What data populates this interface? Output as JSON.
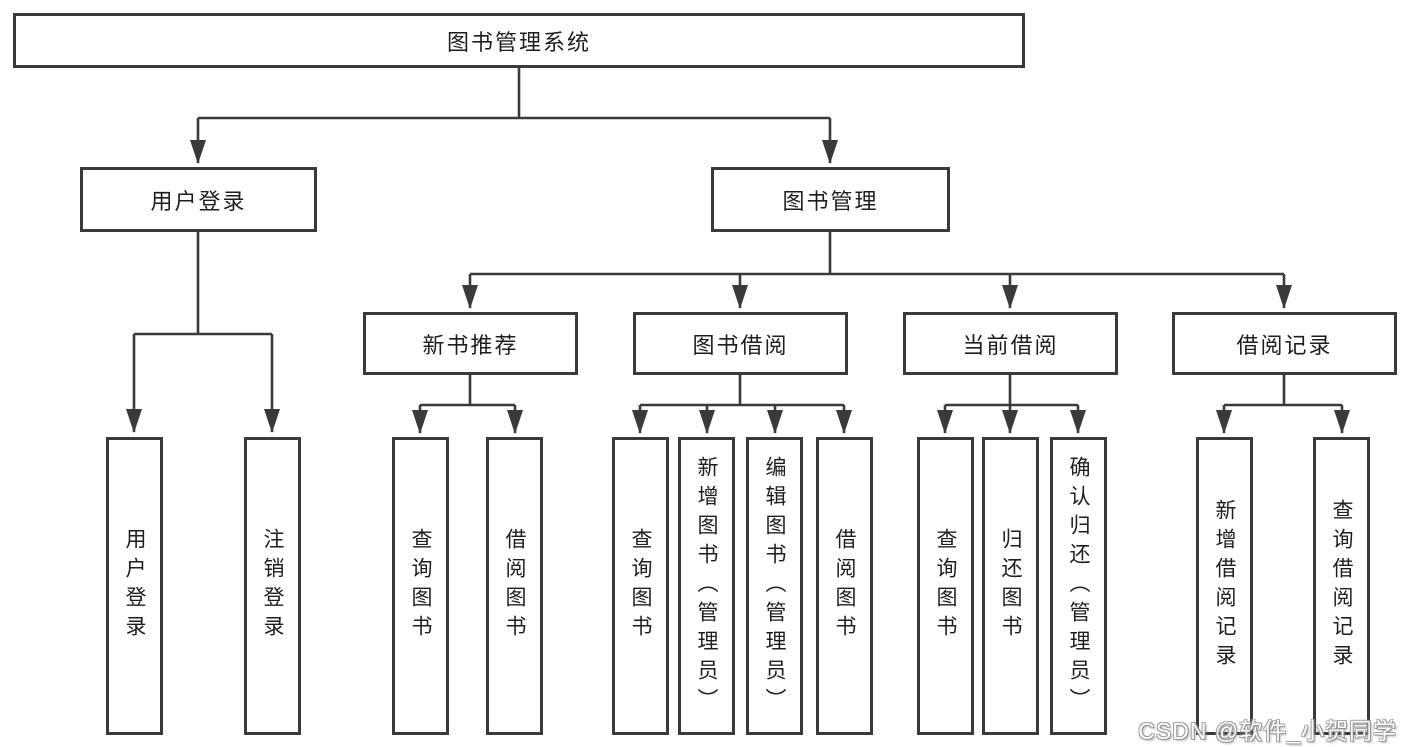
{
  "diagram_title": "图书管理系统",
  "colors": {
    "line": "#3a3a3a",
    "box_border": "#3a3a3a",
    "box_background": "#ffffff",
    "text": "#1e1e1e",
    "page_background": "#ffffff",
    "watermark_fill": "#ffffff",
    "watermark_outline": "#8a8a8a"
  },
  "tree": {
    "label": "图书管理系统",
    "children": [
      {
        "label": "用户登录",
        "children": [
          {
            "label": "用户登录"
          },
          {
            "label": "注销登录"
          }
        ]
      },
      {
        "label": "图书管理",
        "children": [
          {
            "label": "新书推荐",
            "children": [
              {
                "label": "查询图书"
              },
              {
                "label": "借阅图书"
              }
            ]
          },
          {
            "label": "图书借阅",
            "children": [
              {
                "label": "查询图书"
              },
              {
                "label": "新增图书（管理员）"
              },
              {
                "label": "编辑图书（管理员）"
              },
              {
                "label": "借阅图书"
              }
            ]
          },
          {
            "label": "当前借阅",
            "children": [
              {
                "label": "查询图书"
              },
              {
                "label": "归还图书"
              },
              {
                "label": "确认归还（管理员）"
              }
            ]
          },
          {
            "label": "借阅记录",
            "children": [
              {
                "label": "新增借阅记录"
              },
              {
                "label": "查询借阅记录"
              }
            ]
          }
        ]
      }
    ]
  },
  "watermark": {
    "text": "CSDN @软件_小贺同学"
  }
}
